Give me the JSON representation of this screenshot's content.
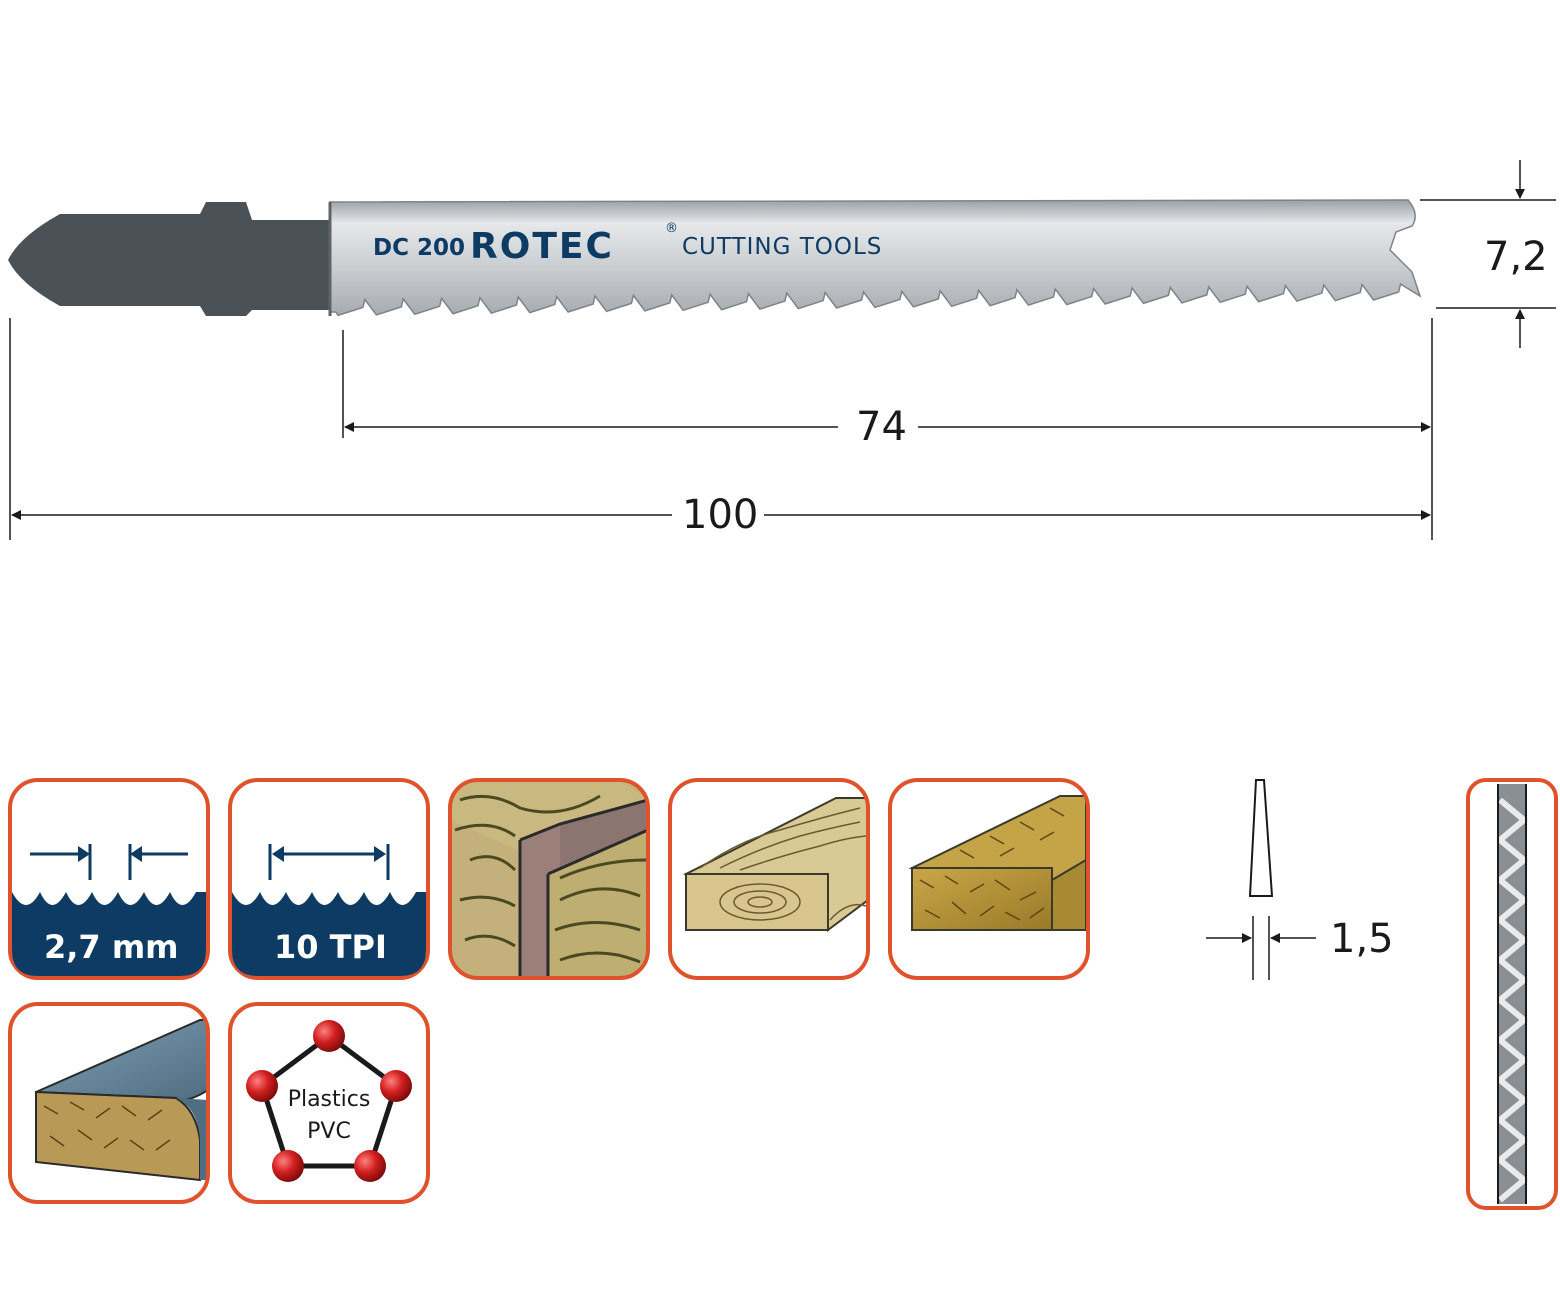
{
  "blade": {
    "code": "DC 200",
    "brand": "ROTEC",
    "registered": "®",
    "tagline": "CUTTING TOOLS",
    "colors": {
      "shank": "#4a5258",
      "blade": "#c8cccf",
      "brand": "#0d3b63",
      "accent": "#e0522b"
    }
  },
  "dimensions": {
    "height": "7,2",
    "cutting_length": "74",
    "total_length": "100",
    "thickness": "1,5"
  },
  "tiles": {
    "tooth_pitch": "2,7 mm",
    "tpi": "10 TPI",
    "plastics_line1": "Plastics",
    "plastics_line2": "PVC"
  },
  "icons": {
    "tooth_pitch": "tooth-pitch-icon",
    "tpi": "teeth-per-inch-icon",
    "joint": "wood-joint-icon",
    "softwood": "softwood-plank-icon",
    "chipboard": "chipboard-icon",
    "laminate": "laminated-board-icon",
    "plastics": "plastics-pvc-icon",
    "profile": "blade-profile-icon",
    "set": "tooth-set-icon"
  }
}
